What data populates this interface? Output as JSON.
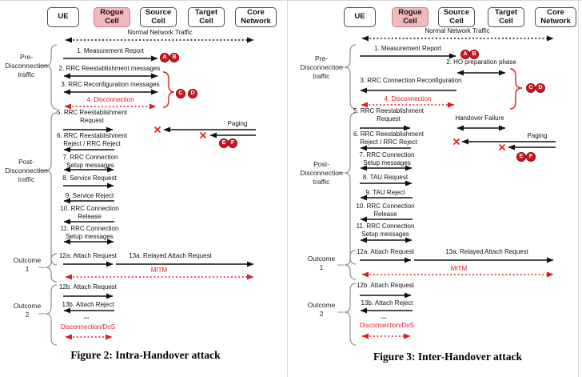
{
  "entities": {
    "ue": "UE",
    "rogue": "Rogue\nCell",
    "source": "Source\nCell",
    "target": "Target\nCell",
    "core": "Core\nNetwork"
  },
  "badges": {
    "a": "A",
    "b": "B",
    "c": "C",
    "d": "D",
    "e": "E",
    "f": "F"
  },
  "colors": {
    "alert_red": "#e11d23",
    "rogue_cell_fill": "#f3b8bb",
    "badge_fill": "#d11620"
  },
  "figure2": {
    "caption": "Figure 2: Intra-Handover attack",
    "normal_traffic": "Normal Network Traffic",
    "side": {
      "pre": "Pre-\nDisconnection\ntraffic",
      "post": "Post-\nDisconnection\ntraffic",
      "outcome1": "Outcome\n1",
      "outcome2": "Outcome\n2"
    },
    "messages": {
      "m1": "1. Measurement Report",
      "m2": "2. RRC Reestablishment messages",
      "m3": "3. RRC Reconfiguration messages",
      "m4": "4. Disconnection",
      "m5": "5. RRC Reestablishment\nRequest",
      "paging": "Paging",
      "m6": "6. RRC Reestablishment\nReject / RRC Reject",
      "m7": "7. RRC Connection\nSetup messages",
      "m8": "8. Service Request",
      "m9": "9. Service Reject",
      "m10": "10. RRC Connection\nRelease",
      "m11": "11. RRC Connection\nSetup messages",
      "m12a": "12a. Attach Request",
      "m13a": "13a. Relayed Attach Request",
      "mitm": "MITM",
      "m12b": "12b. Attach Request",
      "m13b": "13b. Attach Reject",
      "ellipsis": "...",
      "dos": "Disconnection/DoS"
    }
  },
  "figure3": {
    "caption": "Figure 3: Inter-Handover attack",
    "normal_traffic": "Normal Network Traffic",
    "side": {
      "pre": "Pre-\nDisconnection\ntraffic",
      "post": "Post-\nDisconnection\ntraffic",
      "outcome1": "Outcome\n1",
      "outcome2": "Outcome\n2"
    },
    "messages": {
      "m1": "1. Measurement Report",
      "m2": "2. HO preparation phase",
      "m3": "3. RRC Connection Reconfiguration",
      "m4": "4. Disconnection",
      "m5": "5. RRC Reestablishment\nRequest",
      "handover_failure": "Handover Failure",
      "paging": "Paging",
      "m6": "6. RRC Reestablishment\nReject / RRC Reject",
      "m7": "7. RRC Connection\nSetup messages",
      "m8": "8. TAU Request",
      "m9": "9. TAU Reject",
      "m10": "10. RRC Connection\nRelease",
      "m11": "11. RRC Connection\nSetup messages",
      "m12a": "12a. Attach Request",
      "m13a": "13a. Relayed Attach Request",
      "mitm": "MITM",
      "m12b": "12b. Attach Request",
      "m13b": "13b. Attach Reject",
      "ellipsis": "...",
      "dos": "Disconnection/DoS"
    }
  }
}
